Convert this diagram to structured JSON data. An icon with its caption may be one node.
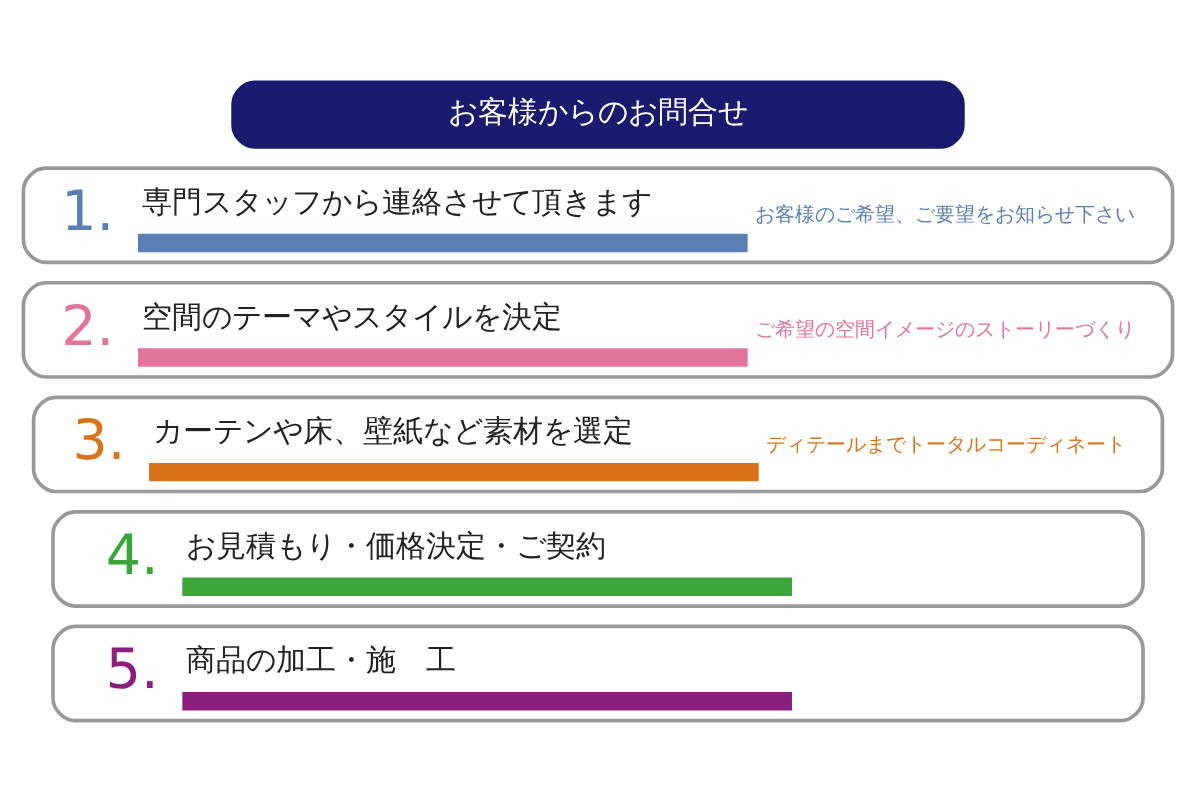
{
  "diagram": {
    "nodes": [
      {
        "text": [
          "お客様からのお問合せ"
        ]
      },
      {
        "text": [
          "1.",
          "専門スタッフから連絡させて頂きます",
          "お客様のご希望、ご要望をお知らせ下さい"
        ]
      },
      {
        "text": [
          "2.",
          "空間のテーマやスタイルを決定",
          "ご希望の空間イメージのストーリーづくり"
        ]
      },
      {
        "text": [
          "3.",
          "カーテンや床、壁紙など素材を選定",
          "ディテールまでトータルコーディネート"
        ]
      },
      {
        "text": [
          "4.",
          "お見積もり・価格決定・ご契約"
        ]
      },
      {
        "text": [
          "5.",
          "商品の加工・施　工"
        ]
      }
    ]
  }
}
